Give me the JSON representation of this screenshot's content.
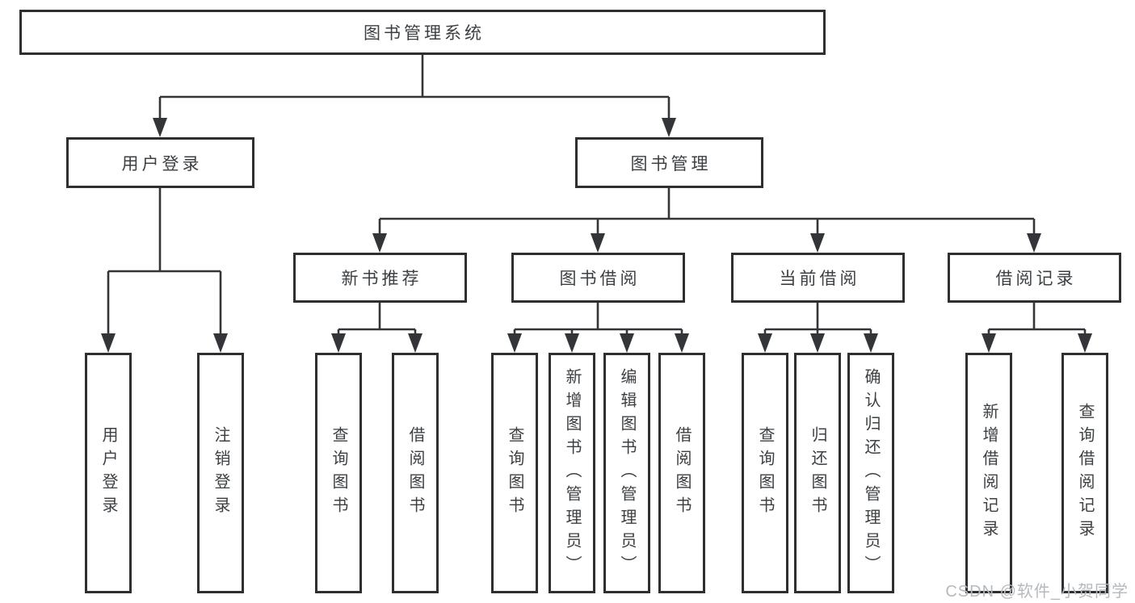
{
  "diagram": {
    "root": {
      "label": "图书管理系统"
    },
    "level2": [
      {
        "label": "用户登录",
        "leaves": [
          "用户登录",
          "注销登录"
        ]
      },
      {
        "label": "图书管理",
        "modules": [
          {
            "label": "新书推荐",
            "leaves": [
              "查询图书",
              "借阅图书"
            ]
          },
          {
            "label": "图书借阅",
            "leaves": [
              "查询图书",
              "新增图书（管理员）",
              "编辑图书（管理员）",
              "借阅图书"
            ]
          },
          {
            "label": "当前借阅",
            "leaves": [
              "查询图书",
              "归还图书",
              "确认归还（管理员）"
            ]
          },
          {
            "label": "借阅记录",
            "leaves": [
              "新增借阅记录",
              "查询借阅记录"
            ]
          }
        ]
      }
    ]
  },
  "watermark": "CSDN @软件_小贺同学",
  "colors": {
    "background": "#ffffff",
    "line": "#333538",
    "box_border": "#2d2f31",
    "box_fill": "#ffffff",
    "text": "#3d4043",
    "watermark_text": "#b6b9bd"
  }
}
